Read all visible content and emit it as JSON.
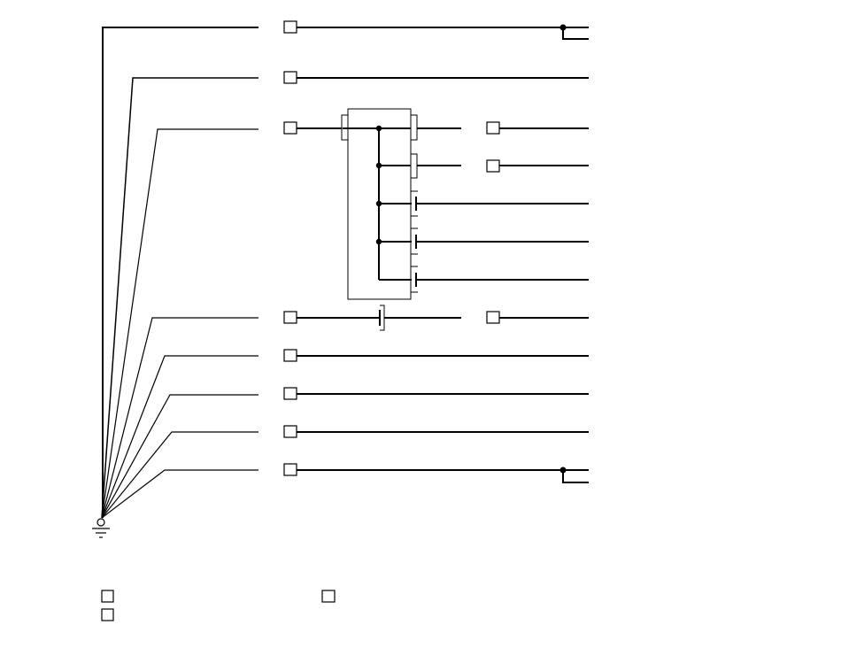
{
  "diagram": {
    "type": "wiring-schematic",
    "ground_symbol": "ground-icon",
    "line_color": "#000000",
    "background": "#ffffff",
    "wires": [
      {
        "id": "w1",
        "connector_box": true,
        "end_junction": true
      },
      {
        "id": "w2",
        "connector_box": true
      },
      {
        "id": "w3",
        "connector_box": true,
        "through_module": true,
        "far_box": true
      },
      {
        "id": "w3b",
        "far_box": true
      },
      {
        "id": "w3c"
      },
      {
        "id": "w3d"
      },
      {
        "id": "w3e"
      },
      {
        "id": "w4",
        "connector_box": true,
        "capacitor": true,
        "far_box": true
      },
      {
        "id": "w5",
        "connector_box": true
      },
      {
        "id": "w6",
        "connector_box": true
      },
      {
        "id": "w7",
        "connector_box": true
      },
      {
        "id": "w8",
        "connector_box": true,
        "end_junction": true
      }
    ],
    "legend_boxes": 3
  }
}
